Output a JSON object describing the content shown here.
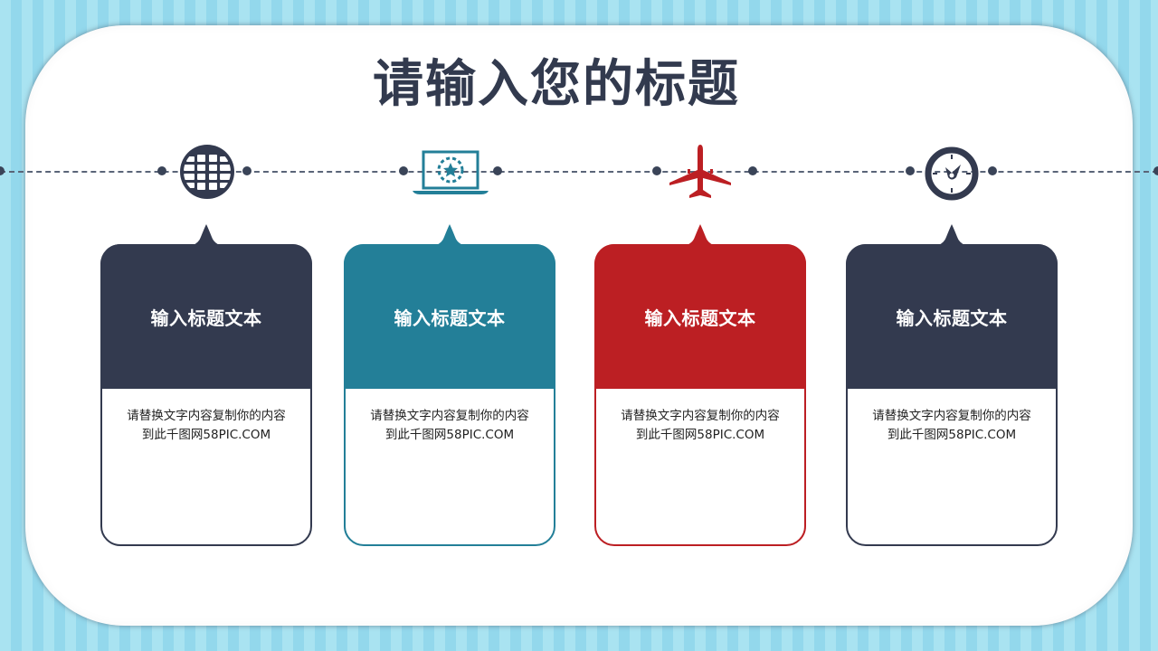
{
  "slide": {
    "title": "请输入您的标题",
    "colors": {
      "navy": "#333a4f",
      "teal": "#237f98",
      "red": "#bc1f23",
      "background_stripe_a": "#a9e3f1",
      "background_stripe_b": "#93d8ec"
    },
    "timeline": {
      "icons": [
        "globe-icon",
        "laptop-star-icon",
        "airplane-icon",
        "clock-icon"
      ]
    },
    "cards": [
      {
        "title": "输入标题文本",
        "body_line1": "请替换文字内容复制你的内容",
        "body_line2": "到此千图网58PIC.COM",
        "color": "#333a4f",
        "icon": "globe-icon"
      },
      {
        "title": "输入标题文本",
        "body_line1": "请替换文字内容复制你的内容",
        "body_line2": "到此千图网58PIC.COM",
        "color": "#237f98",
        "icon": "laptop-star-icon"
      },
      {
        "title": "输入标题文本",
        "body_line1": "请替换文字内容复制你的内容",
        "body_line2": "到此千图网58PIC.COM",
        "color": "#bc1f23",
        "icon": "airplane-icon"
      },
      {
        "title": "输入标题文本",
        "body_line1": "请替换文字内容复制你的内容",
        "body_line2": "到此千图网58PIC.COM",
        "color": "#333a4f",
        "icon": "clock-icon"
      }
    ]
  }
}
